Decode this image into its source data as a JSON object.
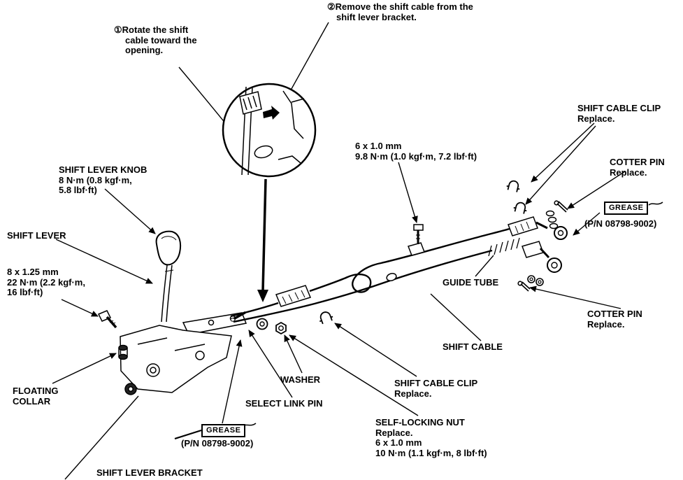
{
  "page": {
    "background": "#ffffff",
    "ink": "#000000"
  },
  "steps": {
    "step1": {
      "l1": "①Rotate the shift",
      "l2": "cable toward the",
      "l3": "opening."
    },
    "step2": {
      "l1": "②Remove the shift cable from the",
      "l2": "shift lever bracket."
    }
  },
  "labels": {
    "shift_lever_knob": {
      "l1": "SHIFT LEVER KNOB",
      "l2": "8 N·m (0.8 kgf·m,",
      "l3": "5.8 lbf·ft)"
    },
    "shift_lever": {
      "l1": "SHIFT LEVER"
    },
    "lever_bolt": {
      "l1": "8 x 1.25 mm",
      "l2": "22 N·m (2.2 kgf·m,",
      "l3": "16 lbf·ft)"
    },
    "floating_collar": {
      "l1": "FLOATING",
      "l2": "COLLAR"
    },
    "shift_lever_bracket": {
      "l1": "SHIFT LEVER BRACKET"
    },
    "grease_left": {
      "badge": "GREASE",
      "part_number": "(P/N 08798-9002)"
    },
    "select_link_pin": {
      "l1": "SELECT LINK PIN"
    },
    "washer": {
      "l1": "WASHER"
    },
    "shift_cable_clip_lower": {
      "l1": "SHIFT CABLE CLIP",
      "l2": "Replace."
    },
    "self_locking_nut": {
      "l1": "SELF-LOCKING NUT",
      "l2": "Replace.",
      "l3": "6 x 1.0 mm",
      "l4": "10 N·m (1.1 kgf·m, 8 lbf·ft)"
    },
    "shift_cable": {
      "l1": "SHIFT CABLE"
    },
    "cable_bracket_bolt": {
      "l1": "6 x 1.0 mm",
      "l2": "9.8 N·m (1.0 kgf·m, 7.2 lbf·ft)"
    },
    "shift_cable_clip_upper": {
      "l1": "SHIFT CABLE CLIP",
      "l2": "Replace."
    },
    "cotter_pin_upper": {
      "l1": "COTTER PIN",
      "l2": "Replace."
    },
    "grease_right": {
      "badge": "GREASE",
      "part_number": "(P/N 08798-9002)"
    },
    "guide_tube": {
      "l1": "GUIDE TUBE"
    },
    "cotter_pin_lower": {
      "l1": "COTTER PIN",
      "l2": "Replace."
    }
  }
}
